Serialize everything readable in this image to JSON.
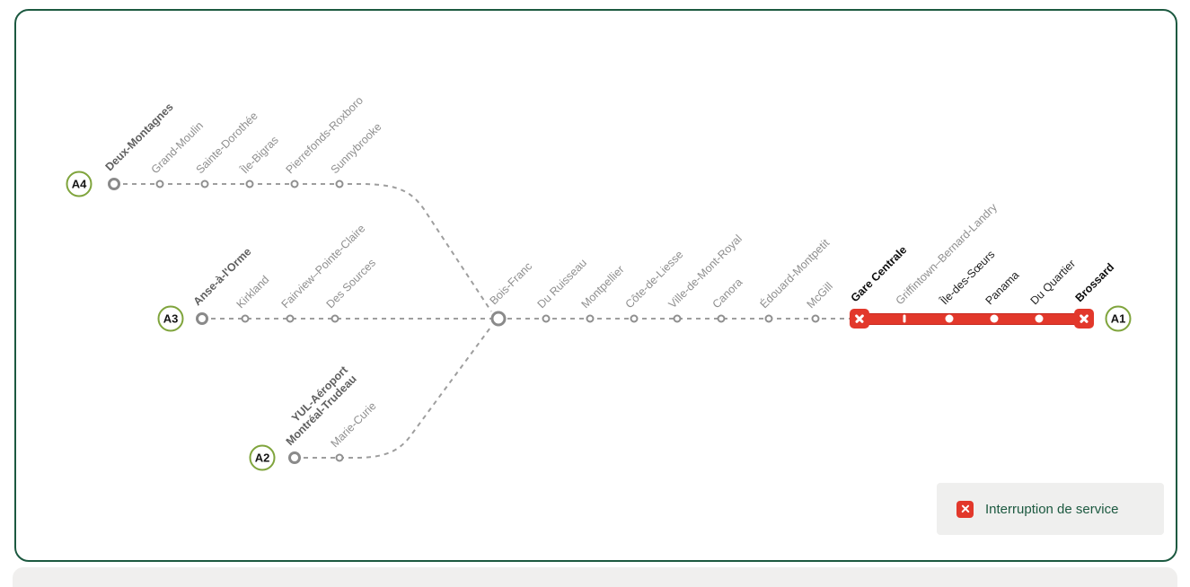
{
  "badges": {
    "a1": "A1",
    "a2": "A2",
    "a3": "A3",
    "a4": "A4"
  },
  "stations": {
    "a4": [
      "Deux-Montagnes",
      "Grand-Moulin",
      "Sainte-Dorothée",
      "Île-Bigras",
      "Pierrefonds-Roxboro",
      "Sunnybrooke"
    ],
    "a3": [
      "Anse-à-l'Orme",
      "Kirkland",
      "Fairview–Pointe-Claire",
      "Des Sources"
    ],
    "a2": {
      "terminal_line1": "YUL-Aéroport",
      "terminal_line2": "Montréal-Trudeau",
      "intermediate": [
        "Marie-Curie"
      ]
    },
    "main": [
      "Bois-Franc",
      "Du Ruisseau",
      "Montpellier",
      "Côte-de-Liesse",
      "Ville-de-Mont-Royal",
      "Canora",
      "Édouard-Montpetit",
      "McGill"
    ],
    "south": [
      "Gare Centrale",
      "Griffintown–Bernard-Landry",
      "Île-des-Sœurs",
      "Panama",
      "Du Quartier",
      "Brossard"
    ]
  },
  "status": {
    "disrupted_from": "Gare Centrale",
    "disrupted_to": "Brossard"
  },
  "legend": {
    "interruption_label": "Interruption de service"
  },
  "colors": {
    "frame_green": "#1c5940",
    "badge_green": "#7fa43c",
    "line_gray": "#9e9e9e",
    "interruption_red": "#e2382b",
    "label_gray": "#8f8f8f",
    "label_dark": "#1f1f1f"
  }
}
